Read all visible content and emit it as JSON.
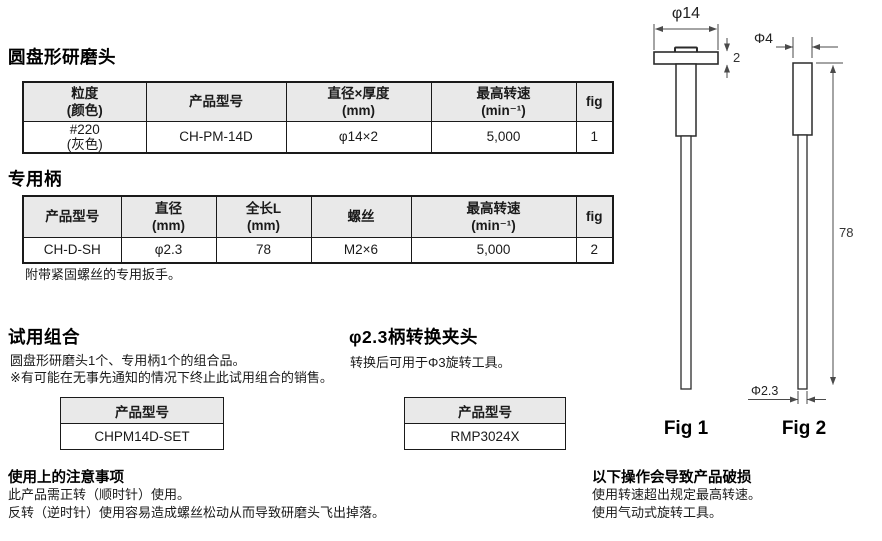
{
  "disc_section": {
    "title": "圆盘形研磨头",
    "table": {
      "headers": [
        {
          "l1": "粒度",
          "l2": "(颜色)"
        },
        {
          "l1": "产品型号"
        },
        {
          "l1": "直径×厚度",
          "l2": "(mm)"
        },
        {
          "l1": "最高转速",
          "l2": "(min⁻¹)"
        },
        {
          "l1": "fig"
        }
      ],
      "row": [
        {
          "l1": "#220",
          "l2": "(灰色)"
        },
        {
          "l1": "CH-PM-14D"
        },
        {
          "l1": "φ14×2"
        },
        {
          "l1": "5,000"
        },
        {
          "l1": "1"
        }
      ]
    }
  },
  "handle_section": {
    "title": "专用柄",
    "table": {
      "headers": [
        {
          "l1": "产品型号"
        },
        {
          "l1": "直径",
          "l2": "(mm)"
        },
        {
          "l1": "全长L",
          "l2": "(mm)"
        },
        {
          "l1": "螺丝"
        },
        {
          "l1": "最高转速",
          "l2": "(min⁻¹)"
        },
        {
          "l1": "fig"
        }
      ],
      "row": [
        {
          "l1": "CH-D-SH"
        },
        {
          "l1": "φ2.3"
        },
        {
          "l1": "78"
        },
        {
          "l1": "M2×6"
        },
        {
          "l1": "5,000"
        },
        {
          "l1": "2"
        }
      ]
    },
    "note": "附带紧固螺丝的专用扳手。"
  },
  "trial_section": {
    "title": "试用组合",
    "desc1": "圆盘形研磨头1个、专用柄1个的组合品。",
    "desc2": "※有可能在无事先通知的情况下终止此试用组合的销售。",
    "table": {
      "header": "产品型号",
      "value": "CHPM14D-SET"
    }
  },
  "collet_section": {
    "title": "φ2.3柄转换夹头",
    "desc": "转换后可用于Φ3旋转工具。",
    "table": {
      "header": "产品型号",
      "value": "RMP3024X"
    }
  },
  "caution_section": {
    "title": "使用上的注意事项",
    "line1": "此产品需正转（顺时针）使用。",
    "line2": "反转（逆时针）使用容易造成螺丝松动从而导致研磨头飞出掉落。"
  },
  "damage_section": {
    "title": "以下操作会导致产品破损",
    "line1": "使用转速超出规定最高转速。",
    "line2": "使用气动式旋转工具。"
  },
  "figures": {
    "fig1": {
      "label": "Fig 1",
      "dim_diameter": "φ14",
      "dim_thickness": "2"
    },
    "fig2": {
      "label": "Fig 2",
      "dim_top_diameter": "Φ4",
      "dim_length": "78",
      "dim_shank_diameter": "Φ2.3"
    }
  },
  "colors": {
    "header_bg": "#e9e9e9",
    "border": "#1a1a1a",
    "drawing_line": "#2b2b2b",
    "dimension_line": "#4a4a4a"
  }
}
